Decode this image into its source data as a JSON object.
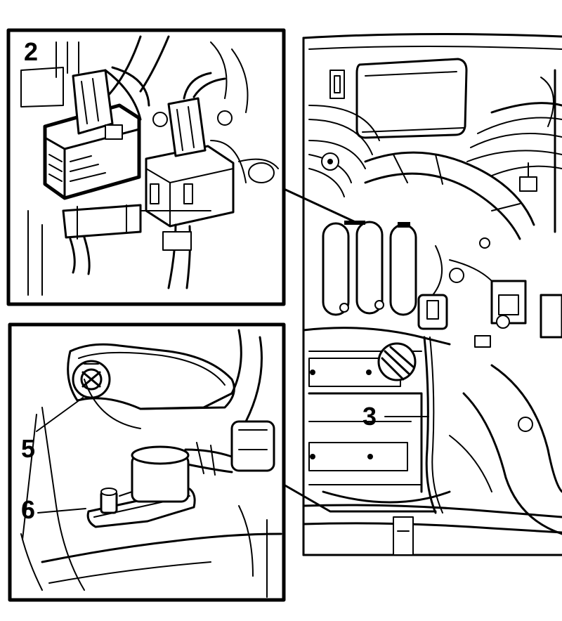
{
  "diagram": {
    "callouts": [
      {
        "id": "callout-2",
        "label": "2"
      },
      {
        "id": "callout-3",
        "label": "3"
      },
      {
        "id": "callout-5",
        "label": "5"
      },
      {
        "id": "callout-6",
        "label": "6"
      }
    ]
  }
}
